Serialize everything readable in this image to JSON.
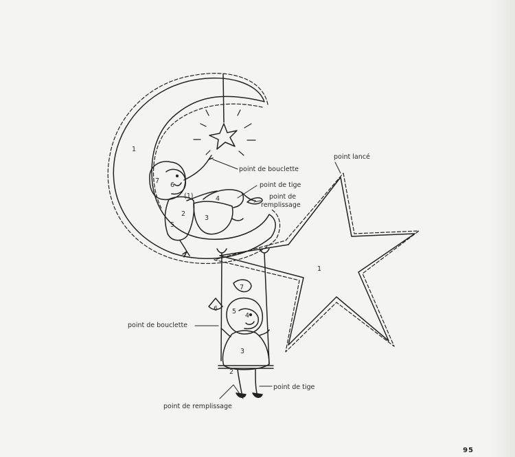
{
  "labels": {
    "bouclette_top": "point de bouclette",
    "tige_top": "point de tige",
    "remplissage_top_line1": "point de",
    "remplissage_top_line2": "remplissage",
    "lance": "point lancé",
    "bouclette_bottom": "point de bouclette",
    "tige_bottom": "point de tige",
    "remplissage_bottom": "point de remplissage"
  },
  "region_numbers": {
    "moon": "1",
    "star": "1",
    "girl_hair": "7",
    "girl_face": "6",
    "girl_arm": "(1)",
    "girl_leg": "4",
    "girl_body": "2",
    "girl_skirt": "3",
    "girl_lower": "5",
    "swing_hair": "7",
    "swing_bow": "6",
    "swing_face_left": "5",
    "swing_face": "4",
    "swing_dress": "3",
    "swing_seat": "2"
  },
  "page_number": "95"
}
